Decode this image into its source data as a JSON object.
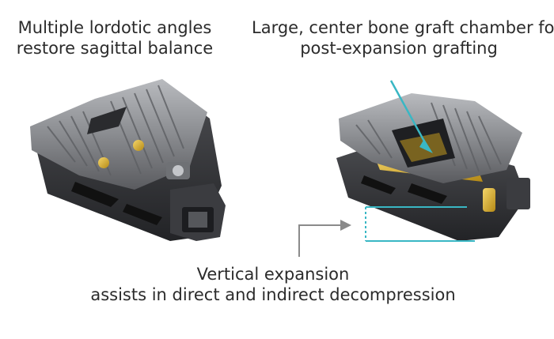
{
  "captions": {
    "left": {
      "line1": "Multiple lordotic angles",
      "line2": "restore sagittal balance"
    },
    "right": {
      "line1": "Large, center bone graft chamber for",
      "line2": "post-expansion grafting"
    },
    "bottom": {
      "line1": "Vertical expansion",
      "line2": "assists in direct and indirect decompression"
    }
  },
  "colors": {
    "text": "#2b2b2b",
    "metal_dark": "#3a3b3e",
    "metal_light": "#9a9ca0",
    "gold": "#e0b832",
    "accent_teal": "#39b7c4",
    "arrow_gray": "#8a8a8a"
  }
}
